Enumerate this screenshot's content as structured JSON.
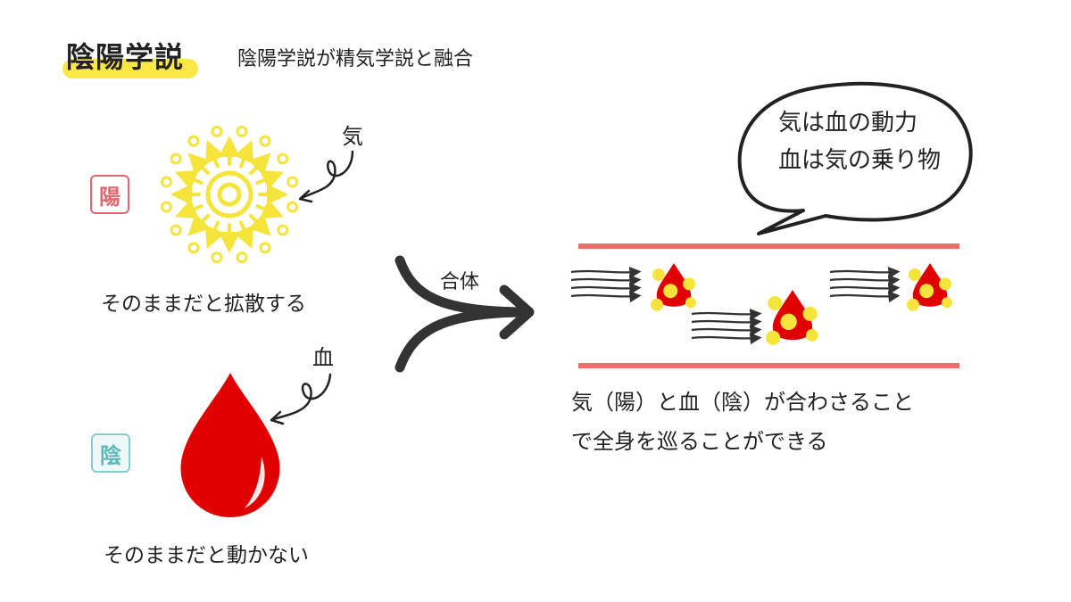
{
  "header": {
    "title": "陰陽学説",
    "subtitle": "陰陽学説が精気学説と融合"
  },
  "yang": {
    "badge": "陽",
    "label": "気",
    "caption": "そのままだと拡散する"
  },
  "yin": {
    "badge": "陰",
    "label": "血",
    "caption": "そのままだと動かない"
  },
  "merge": {
    "label": "合体"
  },
  "bubble": {
    "line1": "気は血の動力",
    "line2": "血は気の乗り物"
  },
  "result": {
    "line1": "気（陽）と血（陰）が合わさること",
    "line2": "で全身を巡ることができる"
  },
  "colors": {
    "highlight": "#fbe73a",
    "yang_badge": "#e4656b",
    "yin_badge": "#85cfd0",
    "sun": "#f5e43c",
    "blood": "#e00000",
    "vessel": "#e8716a",
    "arrow": "#333333"
  }
}
